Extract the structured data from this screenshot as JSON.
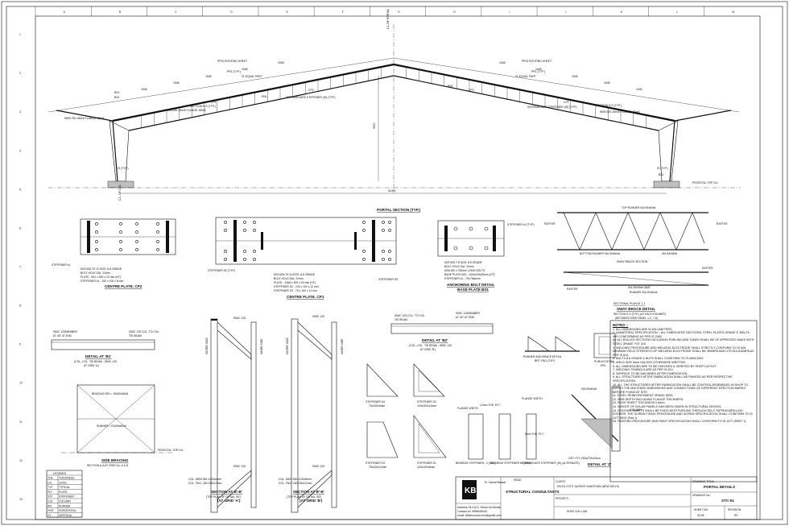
{
  "grid": {
    "top": [
      "A",
      "B",
      "C",
      "D",
      "E",
      "F",
      "G",
      "H",
      "I",
      "J",
      "K",
      "L",
      "M"
    ],
    "side": [
      "1",
      "2",
      "3",
      "4",
      "5",
      "6",
      "7",
      "8",
      "9",
      "10",
      "11",
      "12",
      "13"
    ]
  },
  "elevation": {
    "centre_label": "C.L.OF PORTAL",
    "left_cl": "C.L. OF COL.",
    "pedestal": "PEDESTAL TOP LVL.",
    "span": "31400",
    "rise": "5900",
    "left": [
      "PPGI ROOFING SHEET",
      "PR1 (TYP.)",
      "21 EQUAL PART",
      "INTERMEDIATE STIFFENER (IS) (TYP.)",
      "WEB 500-250x5 FLANGE 180x8",
      "SECTION S-S (TYP.)",
      "RN1",
      "CP2",
      "CP1",
      "BS1",
      "BS2",
      "IS (TYP.)",
      "WEB 750-250x5 FLANGE 180x8"
    ],
    "right": [
      "PPGI ROOFING SHEET",
      "PR1 (TYP.)",
      "21 EQUAL PART",
      "INTERMEDIATE STIFFENER (IS) (TYP.)",
      "WEB 500-250x5 FLANGE 180x8",
      "SECTION S-S (TYP.)",
      "RN1",
      "CP2",
      "CP1",
      "BS1",
      "IS (TYP.)"
    ],
    "bay_dims": [
      "1548",
      "1548",
      "1548",
      "1548",
      "1548",
      "1548",
      "1548",
      "1548",
      "1548",
      "1548"
    ]
  },
  "details": {
    "cp2_notes": [
      "STIFFENER s1",
      "M20 BOLTS 12 NOS. 8.8 GRADE",
      "BOLT HOLE DIA. 22mm",
      "PLATE - 841 x 300 x 20 mm (HT)",
      "STIFFENER s1 - 100 x 100 x 8 mm"
    ],
    "cp2_title": "CENTRE PLATE. CP2",
    "cp1_notes": [
      "STIFFENER S2 (TYP.)",
      "M20 BOLTS 24 NOS. 8.8 GRADE",
      "BOLT HOLE DIA. 22mm",
      "PLATE - 1468 x 300 x 20 mm (HT)",
      "STIFFENER S2 - 100 x 100 x 12 mm",
      "STIFFENER S3 - 75 x 100 x 12 mm",
      "STIFFENER S3"
    ],
    "cp1_title": "CENTRE PLATE. CP1",
    "portal_title": "PORTAL SECTION (TYP.)",
    "anchor_notes": [
      "STIFFENER s1 (TYP.)",
      "M20 BOLT 8 NOS. 8.8 GRADE",
      "BOLT HOLE DIA. 22mm",
      "600x150 x 750mm LONG BOLTS",
      "BASE PLATE BS1 - 524x230x25mm (HT)",
      "STIFFENER s1 - 75x75x6mm"
    ],
    "anchor_title": "ANCHORING BOLT DETAIL",
    "anchor_sub": "BASE PLATE BS1",
    "runner": [
      "TOP RUNNER ISA 90x60x6",
      "RAFTER",
      "RAFTER",
      "BOTTOM RUNNER ISA 90x60x6",
      "ISA 35x35x5",
      "SWAY BRACE SECTION",
      "RAFTER",
      "RAFTER",
      "ISA 35x35x5 @45°",
      "RUNNER ISA 90x60x6"
    ],
    "sway_title": "SWAY BRACE DETAIL",
    "sway_sub": [
      "SECTIONAL PLAN AT 1-1",
      "SECTION S-S (TYP.) (AT EACH RUNNER)",
      "(BETWEEN GRID PANEL 1-2, 7-8)"
    ],
    "detail_b1": [
      "ISMC 125MEMBER",
      "AT 45° AT END",
      "ISMC 125 COL. TO COL.",
      "TIE BEAM"
    ],
    "detail_b1_title": "DETAIL AT 'B1'",
    "detail_b1_sub": [
      "(COL.-COL. TIE BEAM - ISMC 125",
      "AT GRID 'A')"
    ],
    "detail_b2": [
      "ISMC 125 COL. TO COL.",
      "TIE BEAM",
      "ISMC 125MEMBER",
      "AT 45° AT END"
    ],
    "detail_b2_title": "DETAIL AT 'B2'",
    "detail_b2_sub": [
      "(COL.-COL. TIE BEAM - ISMC 125",
      "AT GRID 'B')"
    ],
    "side_bracing": [
      "BRACING BR1 = ISA90x60x6",
      "RUNNER = ISA90x60x6",
      "PEDESTAL TOP LVL."
    ],
    "side_bracing_title": "SIDE BRACING",
    "side_bracing_sub": "SECTION A-A AT GRID No. A & B",
    "section_bb": [
      "ISMC 125",
      "ISMC 125",
      "COL. WEB 350-1230x5mm",
      "COL. FNG. 180-250x12mm",
      "OUTER SIDE",
      "INNER SIDE"
    ],
    "section_bb_title": "SECTION AT B'-B'",
    "section_bb_sub": [
      "(TOP PLAN OF DETAIL 'B1')",
      "(AT GRID 'A')"
    ],
    "section_bb2_title": "SECTION AT B'-B'",
    "section_bb2_sub": [
      "(TOP PLAN OF DETAIL 'B2')",
      "(AT GRID 'B')"
    ],
    "stiffeners": [
      "STIFFENER S4",
      "75x100x6mm",
      "STIFFENER S2",
      "100x100x12mm",
      "STIFFENER S3",
      "75x100x12mm",
      "STIFFENER S1",
      "100x100x8mm",
      "BEARING STIFFENER - 2 (BS2)",
      "BEARING STIFFENER - 1 (BS1)",
      "INTERMEDIATE STIFFENER (IS) (ALTERNATE)",
      "12mm THK. PLT.",
      "FLANGE WIDTH",
      "FLANGE WIDTH",
      "8mm THK. PLT."
    ],
    "runner_brace": [
      "RUNNER AND BRACE DETAIL",
      "BRT. RN1 (TYP.)",
      "PURLIN DETAIL",
      "PR1"
    ],
    "detail_z": [
      "ISA 90x60x6",
      "COLUMN",
      "GST. PLT. 250x275x10mm"
    ],
    "detail_z_title": "DETAIL AT 'Z'"
  },
  "legend": {
    "title": "LEGENDS",
    "rows": [
      [
        "THK",
        "THICKNESS"
      ],
      [
        "LVL",
        "LEVEL"
      ],
      [
        "TYP",
        "TYPICAL"
      ],
      [
        "PLT",
        "PLATE"
      ],
      [
        "STF",
        "STIFFENER"
      ],
      [
        "COL",
        "COLUMN"
      ],
      [
        "RN",
        "RUNNER"
      ],
      [
        "HOR",
        "HORIZONTAL"
      ],
      [
        "VT",
        "VERTICAL"
      ]
    ]
  },
  "notes": {
    "title": "NOTES :-",
    "items": [
      "1. ALL DIMENSIONS ARE IN MILLIMETERS.",
      "2. (a)MATERIAL SPECIFICATION :- ALL FABRICATED SECTIONS, STEEL PLATES GRADE E 350( Fe 490 CONFORMING AS PER IS 2062",
      "(b) ALL ROLLED SECTIONS INCLUDING PURLINS AND TUBES SHALL BE OF APPROVED MAKE WITH STEEL GRADE YST 310.",
      "3. WELDING PROCEDURE AND WELDING ELECTRODE SHALL STRICTLY CONFORM TO IS 816. MINIMUM YIELD STRENGTH OF WELDING ELECTRODE SHALL BE 360MPA AND UTS 510-610MPA AS PER IS 814.",
      "4. BOLTS 8.8 GRADE & NUTS SHALL CONFORM TO IS:4000/1992.",
      "5. WELD SIZE 5mm UNLESS OTHERWISE WRITTEN.",
      "6. ALL DIMENSIONS ARE TO BE CHECKED & VERIFIED BY SHOP LAYOUT.",
      "7. WELDING SYMBOLS ARE AS PER IS 813.",
      "8. SURFACE TO BE MACHINED AFTER FABRICATION.",
      "9. ALL STRUCTURES AFTER FABRICATION SHALL BE PAINTED AS PER RESPECTIVE SPECIFICATION.",
      "10. ALL THE STRUCTURES AFTER FABRICATION SHALL BE CONTROL ASSEMBLED IN SHOP TO MATCH THE MATCHING DIMENSIONS AND CONNECTIONS OF DIFFERENT ERECTION MARKS BEFORE FIXING AT SITE.",
      "11. STEEL REINFORCEMENT GRADE 500D.",
      "12. WEB DEPTH INCLUDING FLANGE THICKNESS.",
      "13. ROOF SHEET THICKNESS 0.6mm.",
      "14. WEIGHT OF SOLAR PANELS HAS BEEN TAKEN IN STRUCTURAL DESIGN.",
      "15. ROOFING SHEETS SHALL BE FIXED WITH PURLINS THROUGH SELF TAPPING/DRILLING SCREWS. THE SCREW FIXING PROCEDURE AND SCREW SPECIFICATION SHALL CONFORM TO IS 1477:2002 (Part-I).",
      "16. PAINTING PROCEDURE AND PAINT SPECIFICATION SHALL CONFORM TO IS 1477 (PART 1)."
    ]
  },
  "title_block": {
    "firm": "STRUCTURAL CONSULTANTS",
    "firm_short": "KB",
    "principal": "Er. Kamal Bansal",
    "designation": "HEAD",
    "address": "Address: M-211/2, Sector-62,Mohali",
    "contact": "Contact no: 9988436140",
    "email": "email: k8structural.cons@gmail.com",
    "client_label": "CLIENT:",
    "client": "DIVYA JYOTI JAGRATI SANSTHAN (NEW DELHI)",
    "project_label": "PROJECT:-",
    "shed": "SHED 21ft x 14ft",
    "title_label": "DRAWING TITLE:-",
    "title": "PORTAL DETAILS",
    "drawing_no_label": "DRAWING No.",
    "drawing_no": "STC-01",
    "sheet_label": "SHEET NO.",
    "sheet": "01/05",
    "revision_label": "REVISION",
    "revision": "R0"
  }
}
